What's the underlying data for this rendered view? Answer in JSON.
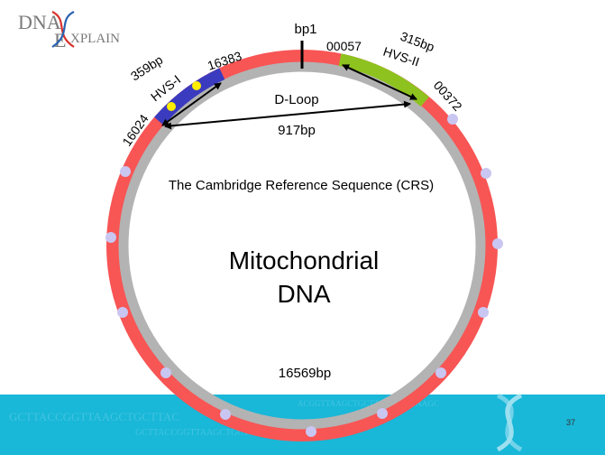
{
  "logo": {
    "line1": "DNA",
    "big_letter": "E",
    "line2": "XPLAIN"
  },
  "diagram": {
    "bp1_label": "bp1",
    "hvs1": {
      "start": "16024",
      "end": "16383",
      "name": "HVS-I",
      "length": "359bp"
    },
    "hvs2": {
      "start": "00057",
      "end": "00372",
      "name": "HVS-II",
      "length": "315bp"
    },
    "dloop": {
      "label": "D-Loop",
      "length": "917bp"
    },
    "crs_label": "The Cambridge Reference Sequence (CRS)",
    "center_title_line1": "Mitochondrial",
    "center_title_line2": "DNA",
    "total_length": "16569bp"
  },
  "footer": {
    "page_number": "37",
    "dna_text_1": "GCTTACCGGTTAAGCTGCTTAC",
    "dna_text_2": "GCTTACCGGTTAAGCTGCTTACGGTTAAGCTGC",
    "dna_text_3": "ACGGTTAAGCTGCTTACCGGTTAAGC"
  },
  "colors": {
    "ring_outer": "#f85555",
    "ring_inner": "#b3b3b3",
    "hvs1_band": "#3b3bbf",
    "hvs2_band": "#8dc21f",
    "dot_violet": "#c9c6f2",
    "dot_yellow": "#ffee00",
    "footer_band": "#19b7d8",
    "logo_red": "#d8322d",
    "logo_blue": "#2a62b0"
  }
}
